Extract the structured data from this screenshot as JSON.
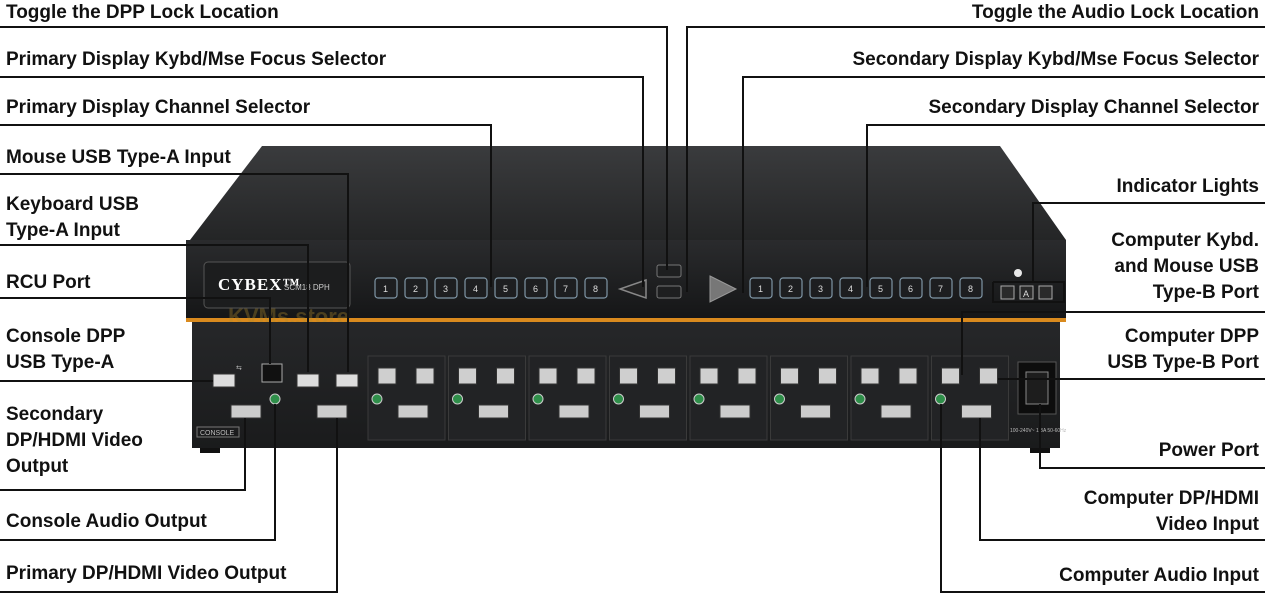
{
  "device": {
    "brand": "CYBEX™",
    "model": "SCM18 DPH",
    "console_label": "CONSOLE",
    "watermark": "KVMs.store",
    "channel_buttons": [
      "1",
      "2",
      "3",
      "4",
      "5",
      "6",
      "7",
      "8"
    ],
    "indicator_letters": [
      "",
      "A",
      ""
    ],
    "power_fine_print": "100-240V~ 1.3A 50-60Hz"
  },
  "labels": {
    "toggle_dpp_lock": "Toggle the DPP Lock Location",
    "toggle_audio_lock": "Toggle the Audio Lock Location",
    "primary_focus": "Primary Display Kybd/Mse Focus Selector",
    "secondary_focus": "Secondary Display Kybd/Mse Focus Selector",
    "primary_channel": "Primary  Display Channel Selector",
    "secondary_channel": "Secondary  Display Channel Selector",
    "mouse_usb": "Mouse USB  Type-A Input",
    "keyboard_usb": "Keyboard USB\nType-A Input",
    "indicator_lights": "Indicator Lights",
    "computer_kybd_mouse": "Computer Kybd.\nand Mouse USB\nType-B  Port",
    "rcu_port": "RCU Port",
    "console_dpp": "Console DPP\nUSB Type-A",
    "computer_dpp": "Computer DPP\nUSB Type-B  Port",
    "secondary_video_out": "Secondary\nDP/HDMI Video\nOutput",
    "power_port": "Power Port",
    "console_audio": "Console Audio Output",
    "computer_video_in": "Computer DP/HDMI\nVideo Input",
    "primary_video_out": "Primary DP/HDMI Video Output",
    "computer_audio_in": "Computer Audio Input"
  }
}
